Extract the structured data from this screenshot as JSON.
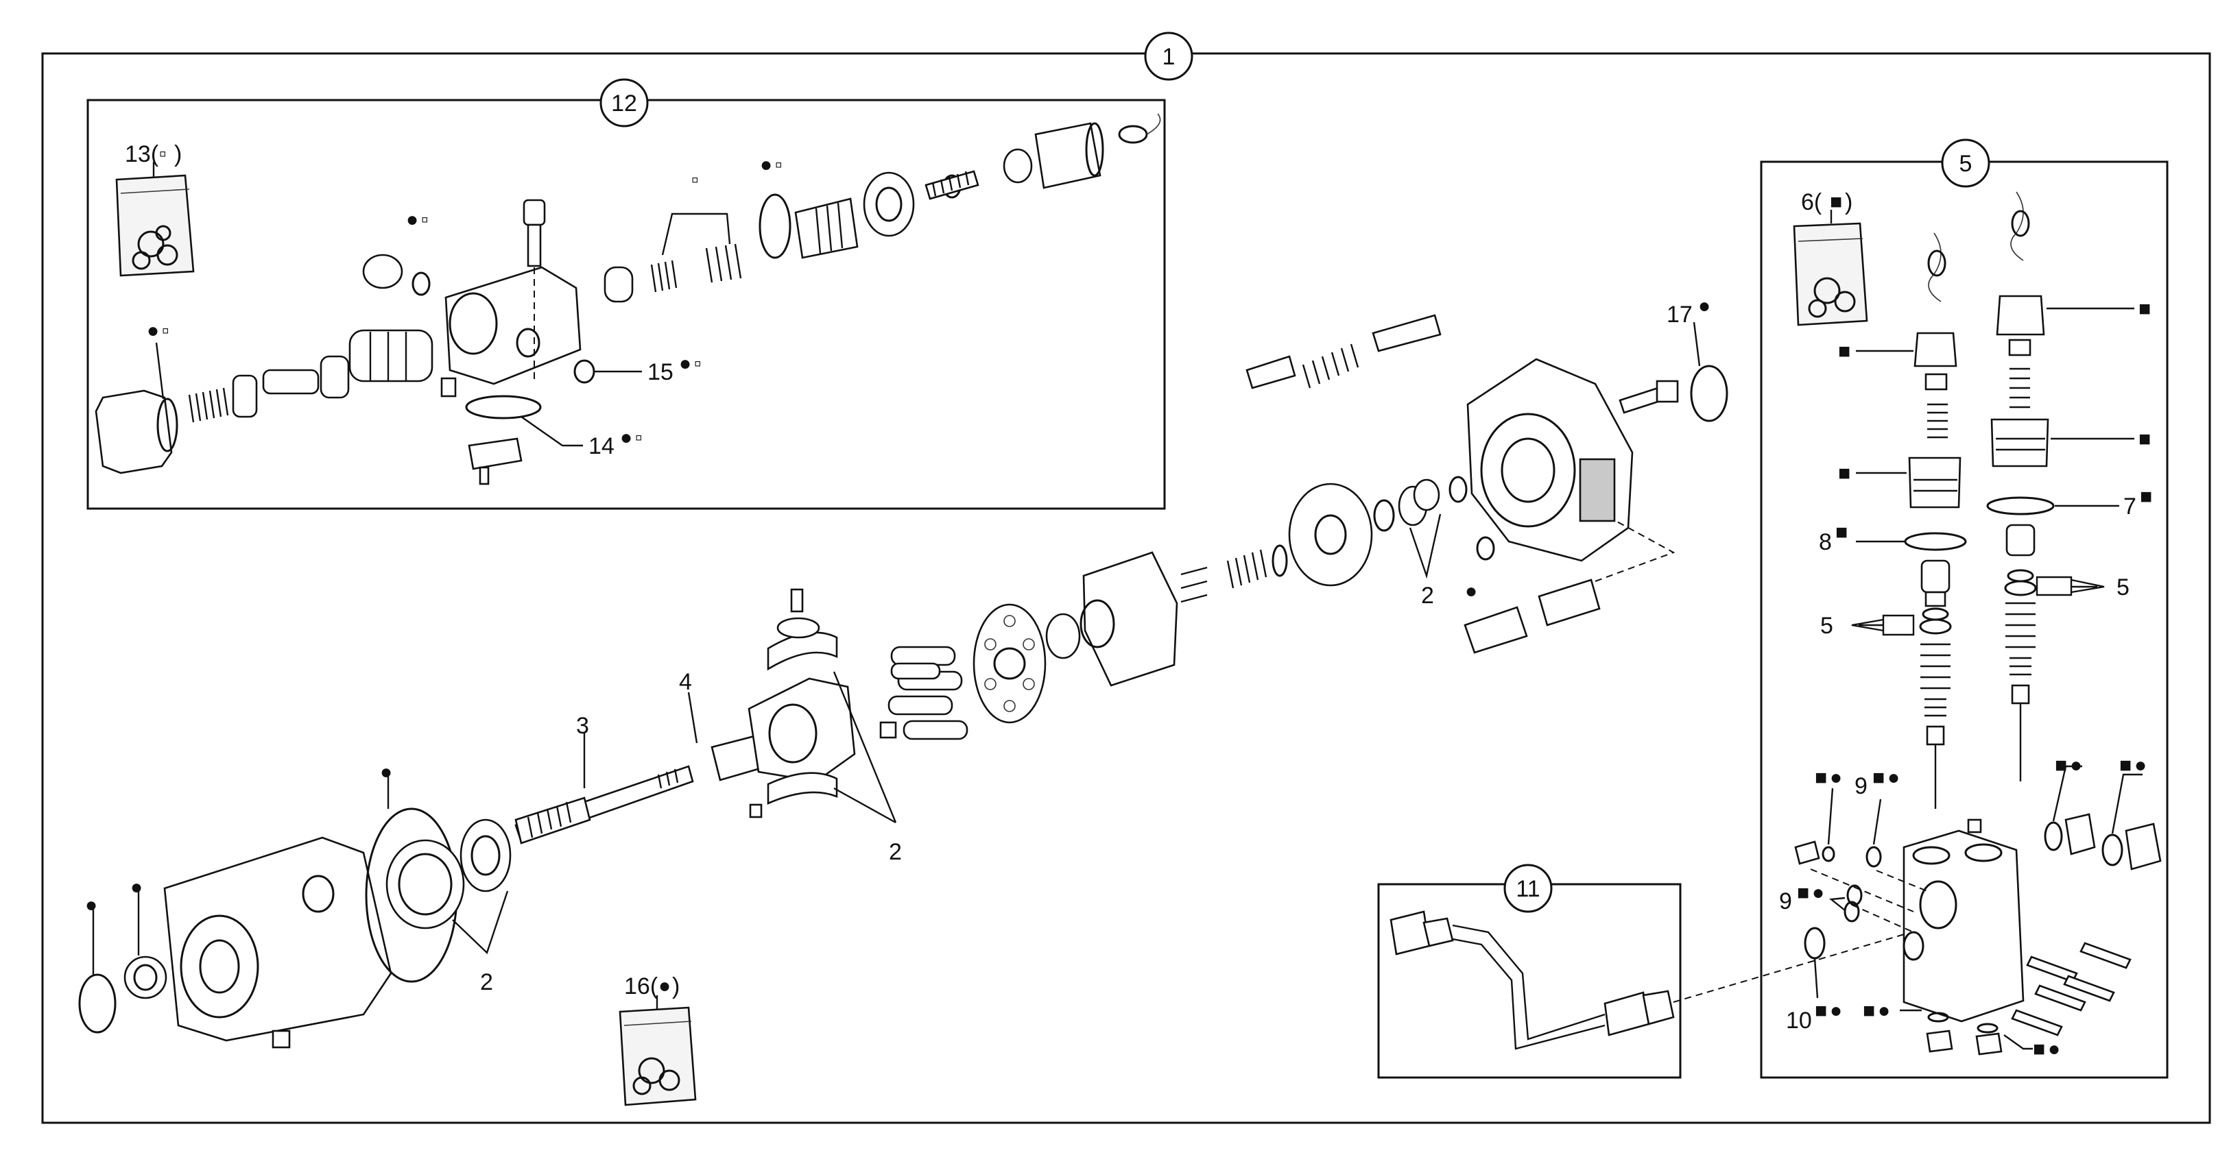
{
  "callouts": {
    "c1": "1",
    "c12": "12",
    "c5": "5",
    "c11": "11",
    "c13": "13(",
    "c13_close": ")",
    "c15": "15",
    "c14": "14",
    "c17": "17",
    "c6": "6(",
    "c6_close": ")",
    "c7": "7",
    "c8": "8",
    "c5a": "5",
    "c5b": "5",
    "c9a": "9",
    "c9b": "9",
    "c10": "10",
    "c16": "16(",
    "c16_close": ")",
    "c2a": "2",
    "c2b": "2",
    "c2c": "2",
    "c3": "3",
    "c4": "4"
  },
  "marker_symbols": {
    "filled_circle": "●",
    "open_square": "▫",
    "filled_square": "■"
  }
}
